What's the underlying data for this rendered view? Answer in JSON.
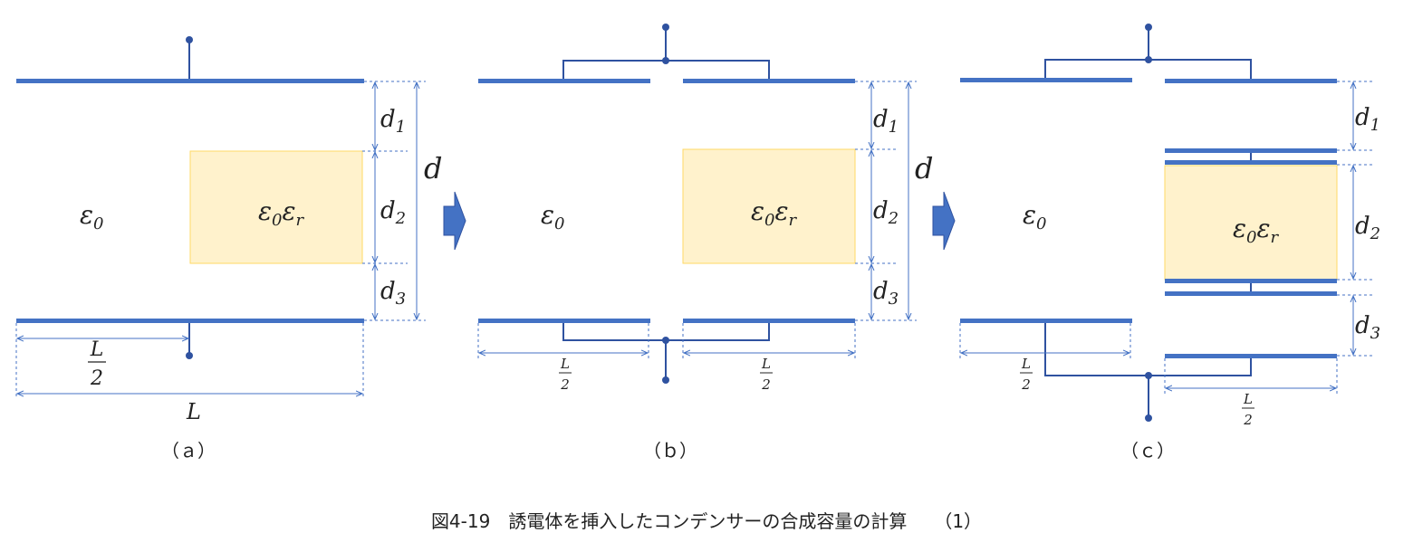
{
  "panels": [
    {
      "label": "（ａ）",
      "eps_outer_base": "ε",
      "eps_outer_sub": "0",
      "eps_inner_base": "ε",
      "eps_inner_sub1": "0",
      "eps_inner_base2": "ε",
      "eps_inner_sub2": "r",
      "d1_base": "d",
      "d1_sub": "1",
      "d2_base": "d",
      "d2_sub": "2",
      "d3_base": "d",
      "d3_sub": "3",
      "d_total": "d",
      "half_num": "L",
      "half_den": "2",
      "full": "L"
    },
    {
      "label": "（ｂ）",
      "eps_outer_base": "ε",
      "eps_outer_sub": "0",
      "eps_inner_base": "ε",
      "eps_inner_sub1": "0",
      "eps_inner_base2": "ε",
      "eps_inner_sub2": "r",
      "d1_base": "d",
      "d1_sub": "1",
      "d2_base": "d",
      "d2_sub": "2",
      "d3_base": "d",
      "d3_sub": "3",
      "d_total": "d",
      "half_left_num": "L",
      "half_left_den": "2",
      "half_right_num": "L",
      "half_right_den": "2"
    },
    {
      "label": "（ｃ）",
      "eps_outer_base": "ε",
      "eps_outer_sub": "0",
      "eps_inner_base": "ε",
      "eps_inner_sub1": "0",
      "eps_inner_base2": "ε",
      "eps_inner_sub2": "r",
      "d1_base": "d",
      "d1_sub": "1",
      "d2_base": "d",
      "d2_sub": "2",
      "d3_base": "d",
      "d3_sub": "3",
      "half_left_num": "L",
      "half_left_den": "2",
      "half_right_num": "L",
      "half_right_den": "2"
    }
  ],
  "caption": "図4-19　誘電体を挿入したコンデンサーの合成容量の計算　　（1）",
  "colors": {
    "plate": "#4472c4",
    "wire": "#2f52a0",
    "dim": "#4472c4",
    "dielectric_fill": "#fff2cc",
    "dielectric_stroke": "#ffd966",
    "arrow": "#4472c4"
  }
}
